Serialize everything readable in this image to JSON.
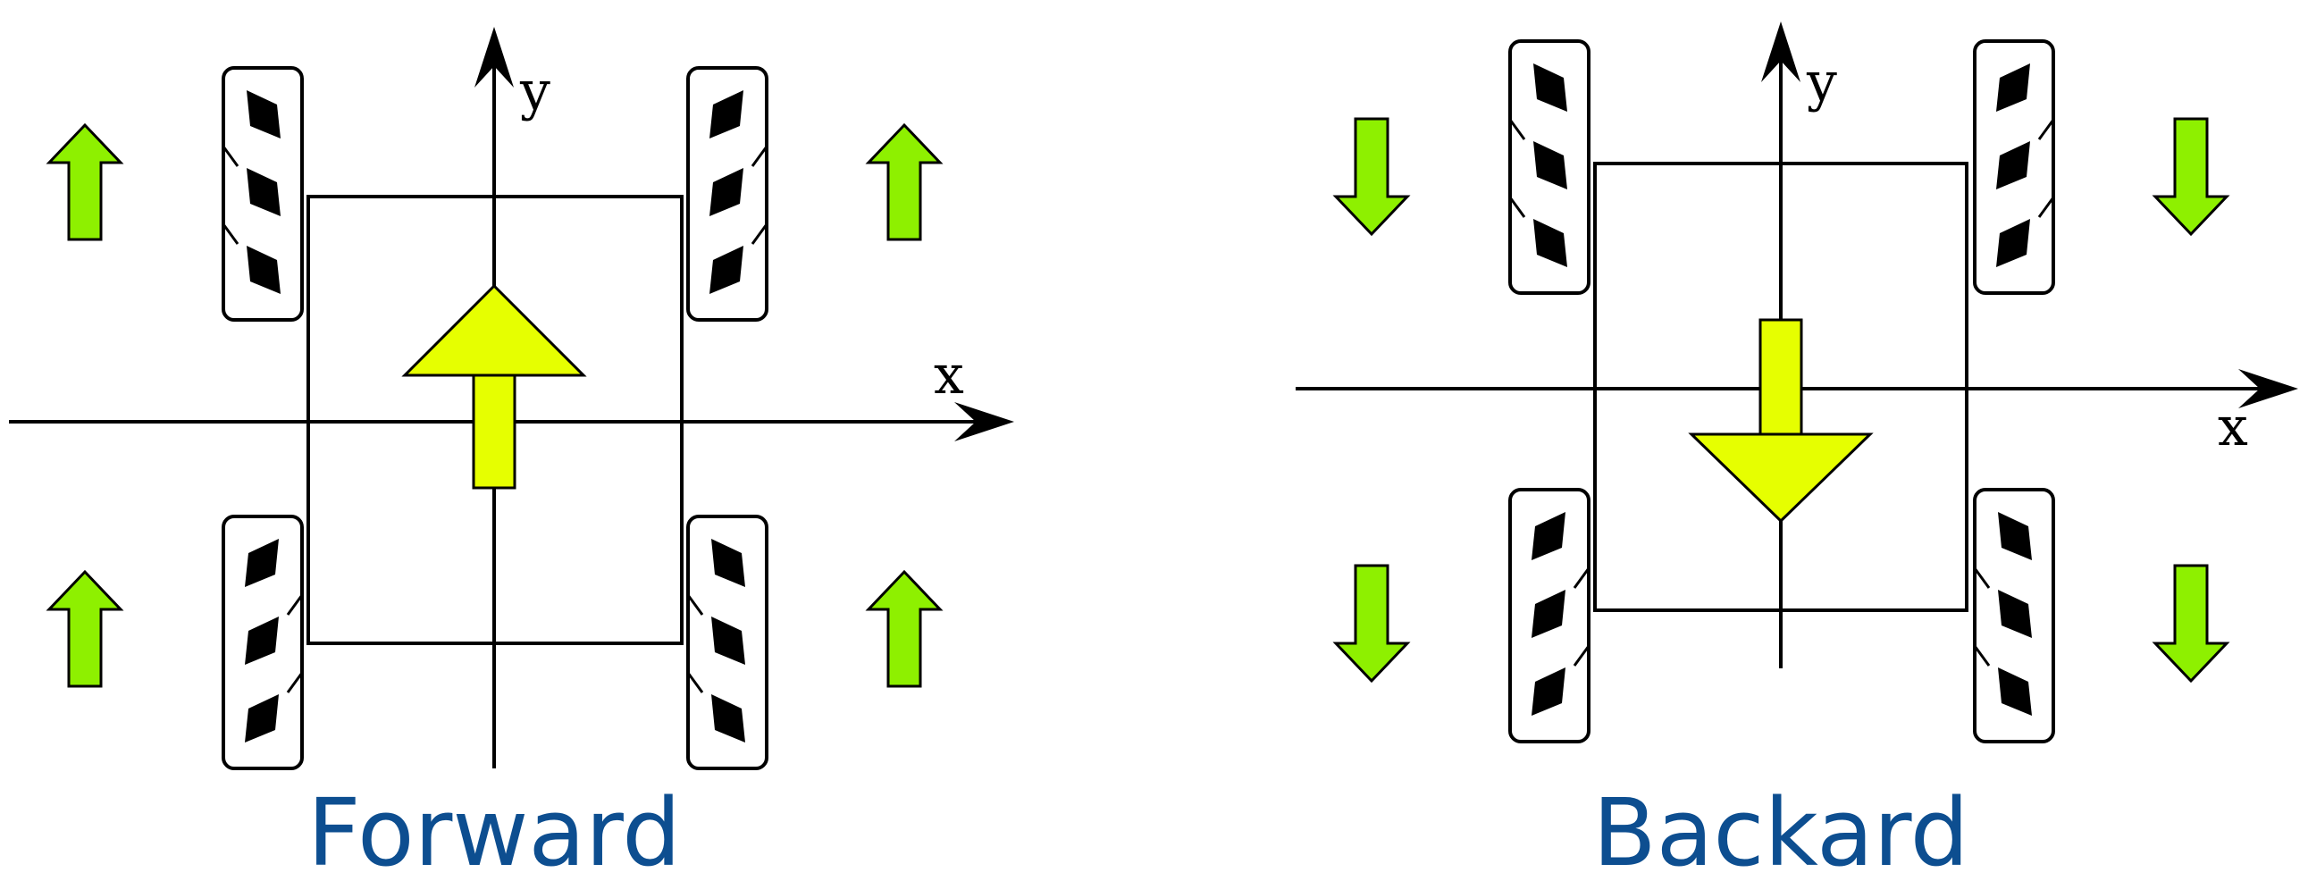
{
  "colors": {
    "caption_text": "#0d4e90",
    "body_arrow": "#e6ff00",
    "wheel_arrow": "#8ef000",
    "stroke": "#000000",
    "roller": "#000000"
  },
  "panels": [
    {
      "caption": "Forward",
      "x_axis_label": "x",
      "y_axis_label": "y",
      "direction": "forward",
      "body_arrow": "up",
      "wheel_arrows": [
        "up",
        "up",
        "up",
        "up"
      ],
      "wheel_pattern": [
        "left",
        "right",
        "right",
        "left"
      ],
      "wheel_pattern_legend": "order: front-left, front-right, rear-left, rear-right"
    },
    {
      "caption": "Backard",
      "x_axis_label": "x",
      "y_axis_label": "y",
      "direction": "backward",
      "body_arrow": "down",
      "wheel_arrows": [
        "down",
        "down",
        "down",
        "down"
      ],
      "wheel_pattern": [
        "left",
        "right",
        "right",
        "left"
      ],
      "wheel_pattern_legend": "order: front-left, front-right, rear-left, rear-right"
    }
  ]
}
